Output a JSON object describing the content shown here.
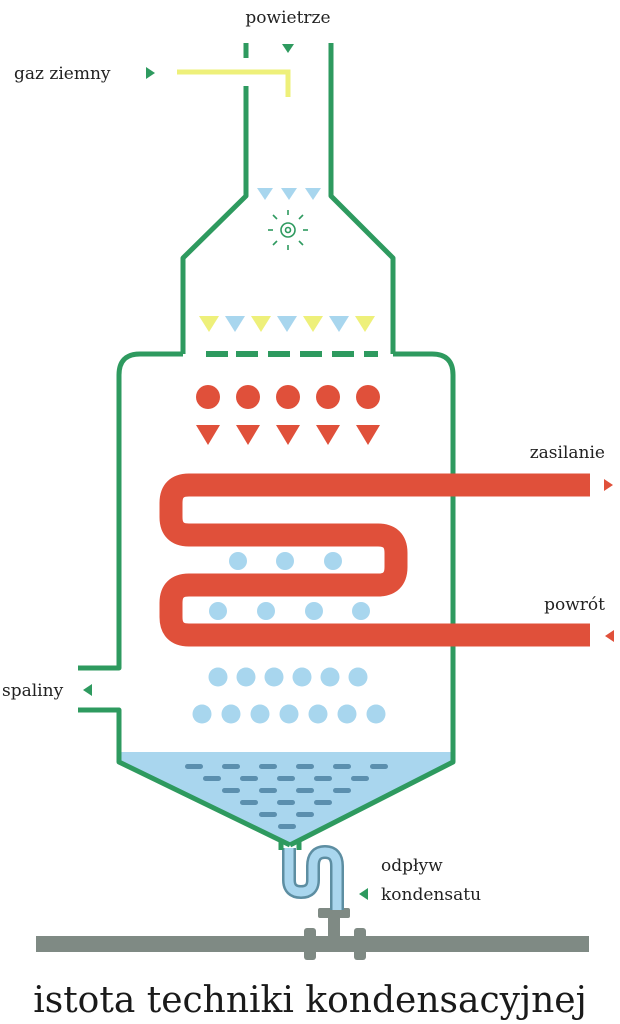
{
  "labels": {
    "air": "powietrze",
    "gas": "gaz ziemny",
    "supply": "zasilanie",
    "return": "powrót",
    "flue": "spaliny",
    "drain_line1": "odpływ",
    "drain_line2": "kondensatu"
  },
  "title": "istota techniki kondensacyjnej",
  "colors": {
    "wall": "#2e9a5f",
    "gas_pipe": "#eef07a",
    "coil": "#e0503a",
    "droplet": "#a8d6ee",
    "water": "#a9d6ee",
    "water_dash": "#5b8fae",
    "drain_pipe": "#7aa8b8",
    "ground_pipe": "#7f8a84",
    "burner": "#2e9a5f"
  },
  "icons": {
    "burner": "sun-burner-icon",
    "arrow_in": "arrow-right-icon",
    "arrow_out": "arrow-left-icon"
  }
}
